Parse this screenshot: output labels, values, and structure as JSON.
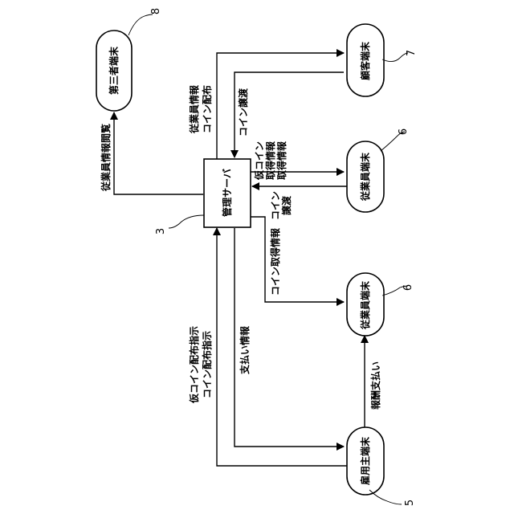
{
  "nodes": {
    "server": "管理サーバ",
    "third_party": "第三者端末",
    "customer": "顧客端末",
    "employee_top": "従業員端末",
    "employee_bottom": "従業員端末",
    "employer": "雇用主端末"
  },
  "refs": {
    "server": "3",
    "third_party": "8",
    "customer": "7",
    "employee_top": "6",
    "employee_bottom": "6",
    "employer": "5"
  },
  "labels": {
    "server_to_customer_1": "従業員情報",
    "server_to_customer_2": "コイン配布",
    "customer_to_server": "コイン譲渡",
    "server_to_third": "従業員情報閲覧",
    "emp_to_server_1": "仮コイン",
    "emp_to_server_2": "取得情報",
    "emp_to_server_3": "取得情報",
    "server_to_emp_1": "コイン",
    "server_to_emp_2": "譲渡",
    "server_to_emp_bottom": "コイン取得情報",
    "employer_to_server_1": "仮コイン配布指示",
    "employer_to_server_2": "コイン配布指示",
    "server_to_employer": "支払い情報",
    "employer_to_employee": "報酬支払い"
  }
}
